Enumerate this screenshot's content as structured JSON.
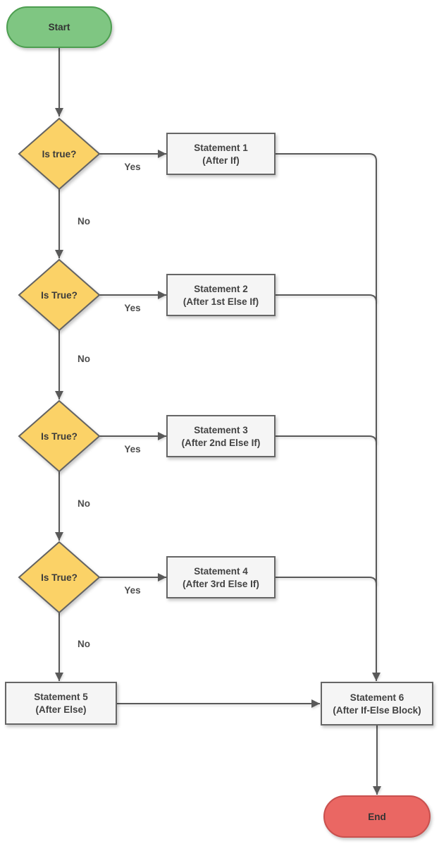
{
  "diagram": {
    "type": "flowchart",
    "nodes": {
      "start": {
        "label": "Start"
      },
      "decision_1": {
        "label": "Is true?"
      },
      "decision_2": {
        "label": "Is True?"
      },
      "decision_3": {
        "label": "Is True?"
      },
      "decision_4": {
        "label": "Is True?"
      },
      "statement_1": {
        "title": "Statement 1",
        "subtitle": "(After If)"
      },
      "statement_2": {
        "title": "Statement 2",
        "subtitle": "(After 1st Else If)"
      },
      "statement_3": {
        "title": "Statement 3",
        "subtitle": "(After 2nd Else If)"
      },
      "statement_4": {
        "title": "Statement 4",
        "subtitle": "(After 3rd Else If)"
      },
      "statement_5": {
        "title": "Statement 5",
        "subtitle": "(After Else)"
      },
      "statement_6": {
        "title": "Statement 6",
        "subtitle": "(After If-Else Block)"
      },
      "end": {
        "label": "End"
      }
    },
    "edge_labels": {
      "yes_1": "Yes",
      "yes_2": "Yes",
      "yes_3": "Yes",
      "yes_4": "Yes",
      "no_1": "No",
      "no_2": "No",
      "no_3": "No",
      "no_4": "No"
    },
    "colors": {
      "start_fill": "#7FC682",
      "start_stroke": "#4D9E50",
      "decision_fill": "#FBD267",
      "decision_stroke": "#636363",
      "process_fill": "#F5F5F5",
      "process_stroke": "#666666",
      "end_fill": "#EA6763",
      "end_stroke": "#C9504E",
      "connector": "#595959"
    }
  }
}
